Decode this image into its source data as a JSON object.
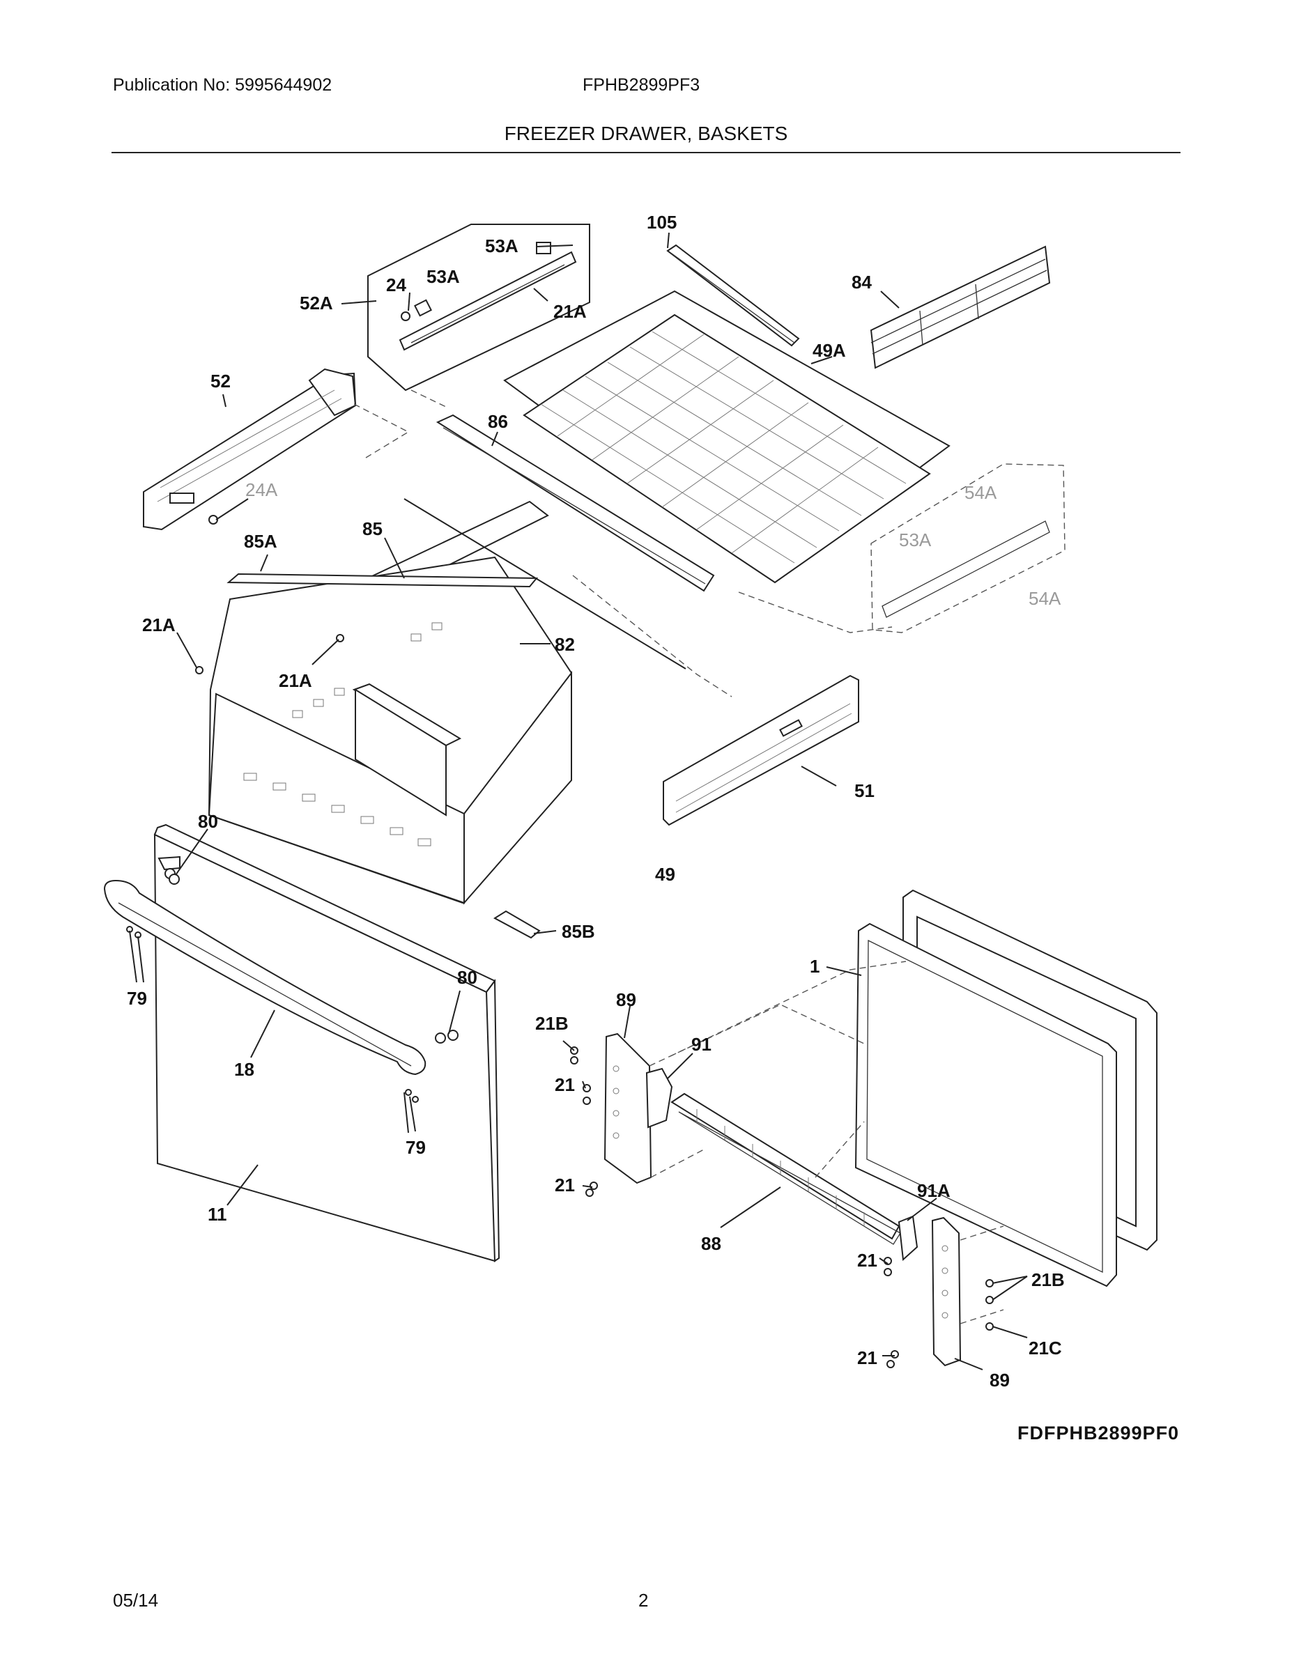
{
  "header": {
    "publication": "Publication No: 5995644902",
    "model": "FPHB2899PF3",
    "title": "FREEZER DRAWER, BASKETS"
  },
  "callouts": {
    "p105": "105",
    "p53A_top": "53A",
    "p24": "24",
    "p53A": "53A",
    "p84": "84",
    "p52A": "52A",
    "p21A_top": "21A",
    "p49A": "49A",
    "p52": "52",
    "p86": "86",
    "p24A": "24A",
    "p54A": "54A",
    "p53A_right": "53A",
    "p85A": "85A",
    "p85": "85",
    "p54A_right": "54A",
    "p21A_left": "21A",
    "p82": "82",
    "p21A_mid": "21A",
    "p51": "51",
    "p49": "49",
    "p80_top": "80",
    "p85B": "85B",
    "p1": "1",
    "p79_left": "79",
    "p80_right": "80",
    "p89_top": "89",
    "p21B_top": "21B",
    "p91": "91",
    "p18": "18",
    "p21_a": "21",
    "p79_right": "79",
    "p21_b": "21",
    "p91A": "91A",
    "p11": "11",
    "p88": "88",
    "p21_c": "21",
    "p21B_right": "21B",
    "p21C": "21C",
    "p21_d": "21",
    "p89_bottom": "89"
  },
  "footer": {
    "diagram_code": "FDFPHB2899PF0",
    "date": "05/14",
    "page": "2"
  }
}
